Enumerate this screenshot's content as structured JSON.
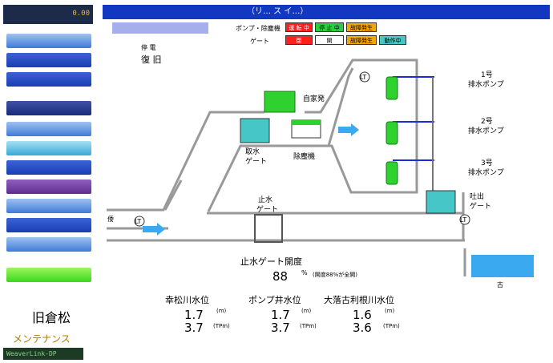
{
  "title": "（リ… ス イ…）",
  "header": {
    "denki_small": "停 電",
    "recover": "復 旧",
    "pump_label": "ポンプ・除塵機",
    "gate_label": "ゲート",
    "legend_pump": [
      "運 転 中",
      "停 止 中",
      "故障発生"
    ],
    "legend_gate": [
      "閉",
      "開",
      "故障発生",
      "動作中"
    ]
  },
  "sidebar": {
    "logo_value": "0.00",
    "station": "旧倉松",
    "maintenance": "メンテナンス",
    "vendor": "WeaverLink-DP"
  },
  "diagram": {
    "self_power": "自家発",
    "intake_gate": [
      "取水",
      "ゲート"
    ],
    "dust_remover": "除塵機",
    "stop_gate": [
      "止水",
      "ゲート"
    ],
    "discharge_gate": [
      "吐出",
      "ゲート"
    ],
    "pumps": [
      [
        "1号",
        "排水ポンプ"
      ],
      [
        "2号",
        "排水ポンプ"
      ],
      [
        "3号",
        "排水ポンプ"
      ]
    ],
    "lt": "LT",
    "left_label": "倭",
    "right_label": "古"
  },
  "gate_open": {
    "label": "止水ゲート開度",
    "value": "88",
    "unit": "%",
    "note": "(開度88%が全開)"
  },
  "levels": [
    {
      "name": "幸松川水位",
      "v1": "1.7",
      "u1": "(m)",
      "v2": "3.7",
      "u2": "(TPm)"
    },
    {
      "name": "ポンプ井水位",
      "v1": "1.7",
      "u1": "(m)",
      "v2": "3.7",
      "u2": "(TPm)"
    },
    {
      "name": "大落古利根川水位",
      "v1": "1.6",
      "u1": "(m)",
      "v2": "3.6",
      "u2": "(TPm)"
    }
  ],
  "colors": {
    "header": "#1238c2",
    "pipe": "#999999",
    "pump": "#2fd12f",
    "water": "#3aa9f0",
    "gate": "#46c6c6"
  }
}
